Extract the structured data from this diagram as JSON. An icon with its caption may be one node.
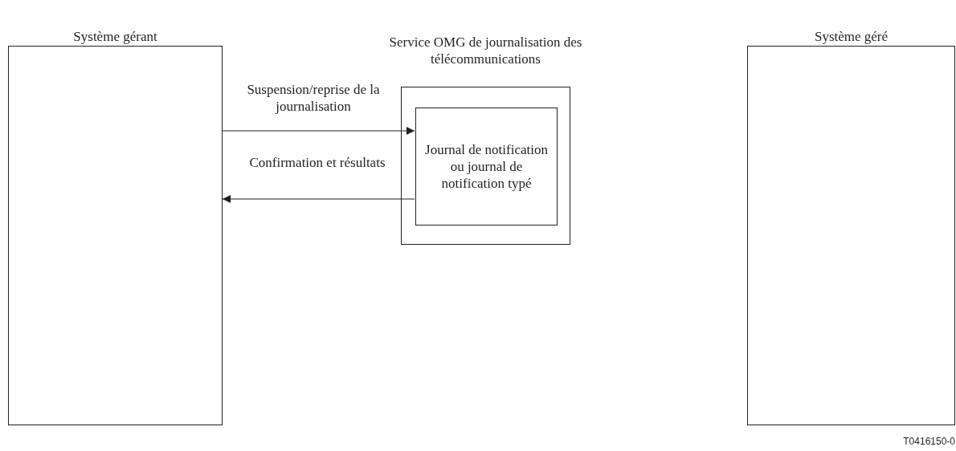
{
  "diagram": {
    "nodes": [
      {
        "text": [
          "Système gérant"
        ]
      },
      {
        "text": [
          "Service OMG de journalisation des télécommunications"
        ]
      },
      {
        "text": [
          "Journal de notification ou journal de notification typé"
        ],
        "in": 1
      },
      {
        "text": [
          "Système géré"
        ]
      }
    ],
    "edges": [
      {
        "from": 0,
        "to": 2,
        "arrow": "to",
        "label": "Suspension/reprise de la journalisation"
      },
      {
        "from": 2,
        "to": 0,
        "arrow": "to",
        "label": "Confirmation et résultats"
      }
    ],
    "labels": [
      "T0416150-0"
    ]
  }
}
